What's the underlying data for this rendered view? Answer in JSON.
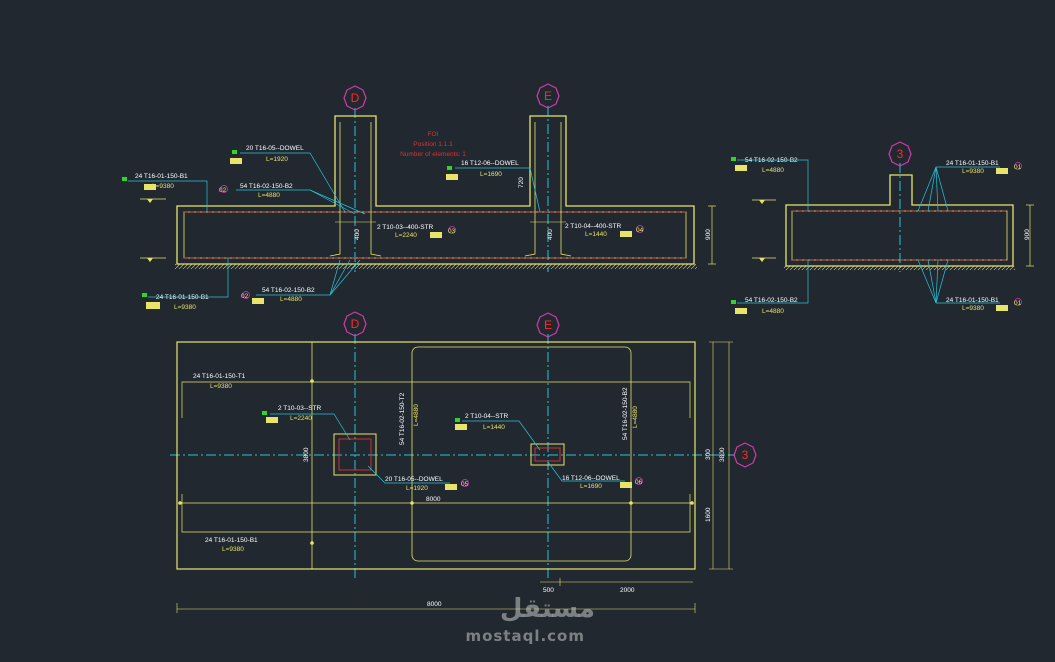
{
  "grid_labels": {
    "d": "D",
    "e": "E",
    "three": "3"
  },
  "section_de": {
    "note_title": "FOI",
    "note_pos": "Position 1.1.1",
    "note_num": "Number of elements: 1",
    "dowel1_label": "20 T16-05--DOWEL",
    "dowel1_len": "L=1920",
    "b1_top_label": "24 T16-01-150-B1",
    "b1_top_len": "L=9380",
    "b2_top_label": "54 T16-02-150-B2",
    "b2_top_len": "L=4880",
    "b2_top_mark": "02",
    "dowel2_label": "16 T12-06--DOWEL",
    "dowel2_len": "L=1690",
    "dim_720": "720",
    "str1_label": "2 T10-03--400-STR",
    "str1_len": "L=2240",
    "str1_mark": "03",
    "str2_label": "2 T10-04--400-STR",
    "str2_len": "L=1440",
    "str2_mark": "04",
    "dim_400a": "400",
    "dim_400b": "400",
    "dim_900": "900",
    "b1_bot_label": "24 T16-01-150-B1",
    "b1_bot_len": "L=9380",
    "b2_bot_label": "54 T16-02-150-B2",
    "b2_bot_len": "L=4880",
    "b2_bot_mark": "02"
  },
  "section_3": {
    "b2_top_label": "54 T16-02-150-B2",
    "b2_top_len": "L=4880",
    "b1_top_label": "24 T16-01-150-B1",
    "b1_top_len": "L=9380",
    "b1_top_mark": "01",
    "dim_900": "900",
    "b2_bot_label": "54 T16-02-150-B2",
    "b2_bot_len": "L=4880",
    "b1_bot_label": "24 T16-01-150-B1",
    "b1_bot_len": "L=9380",
    "b1_bot_mark": "01"
  },
  "plan": {
    "t1_label": "24 T16-01-150-T1",
    "t1_len": "L=9380",
    "str3_label": "2 T10-03--STR",
    "str3_len": "L=2240",
    "t2_label": "54 T16-02-150-T2",
    "t2_len": "L=4880",
    "str4_label": "2 T10-04--STR",
    "str4_len": "L=1440",
    "b2_label": "54 T16-02-150-B2",
    "b2_len": "L=4880",
    "dim_3800": "3800",
    "dim_300": "300",
    "dim_3800r": "3800",
    "dim_1600": "1600",
    "dowel5_label": "20 T16-05--DOWEL",
    "dowel5_len": "L=1920",
    "dowel5_mark": "05",
    "dowel6_label": "16 T12-06--DOWEL",
    "dowel6_len": "L=1690",
    "dowel6_mark": "06",
    "dim_8000_in": "8000",
    "b1_label": "24 T16-01-150-B1",
    "b1_len": "L=9380",
    "dim_500": "500",
    "dim_2000": "2000",
    "dim_8000": "8000"
  },
  "watermark": {
    "arabic": "مستقل",
    "latin": "mostaql.com"
  },
  "colors": {
    "background": "#212830",
    "yellow": "#e8e46a",
    "cyan": "#29c4d8",
    "magenta": "#d43aaa",
    "red": "#e03030",
    "green": "#2fd52f",
    "white": "#ffffff"
  }
}
